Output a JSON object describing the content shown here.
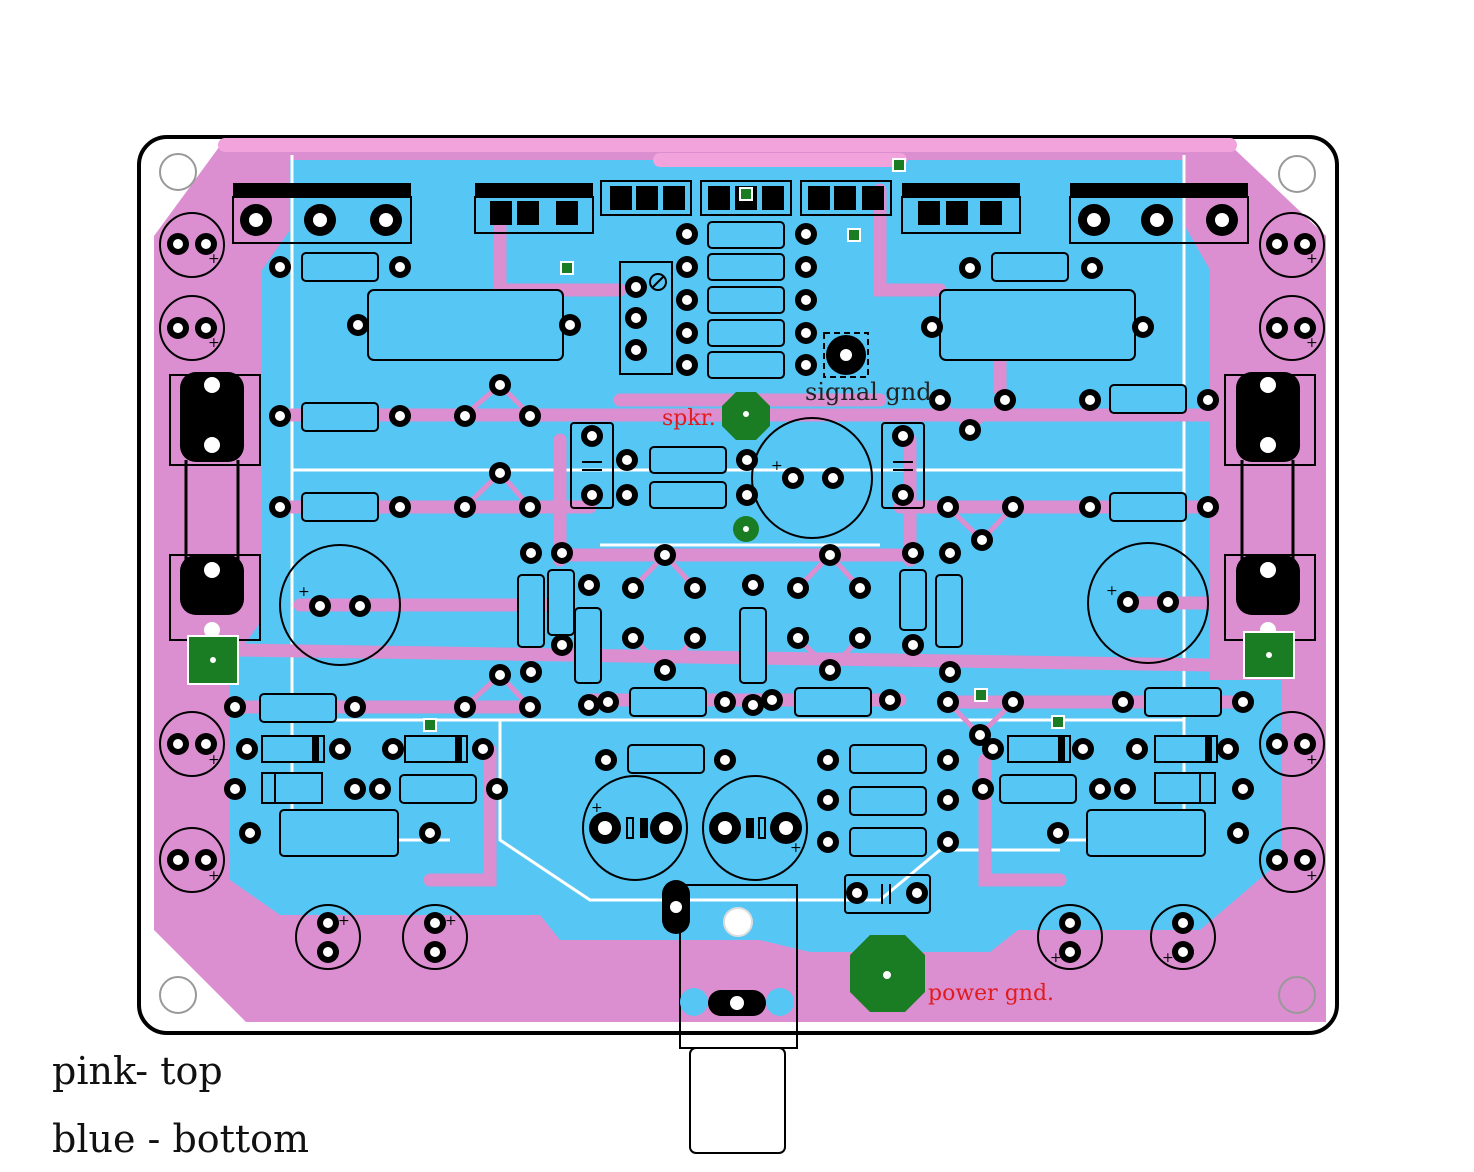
{
  "labels": {
    "signal_gnd": "signal gnd",
    "spkr": "spkr.",
    "power_gnd": "power gnd."
  },
  "polarity_mark": "+",
  "legend": {
    "top": "pink- top",
    "bottom": "blue - bottom"
  },
  "colors": {
    "top_layer": "#dc8fd0",
    "top_trace": "#f2a3dc",
    "bottom_layer": "#56c6f4",
    "pad": "#000000",
    "ground_pad": "#1a7d23",
    "label_red": "#e01b1b",
    "outline": "#000000"
  }
}
